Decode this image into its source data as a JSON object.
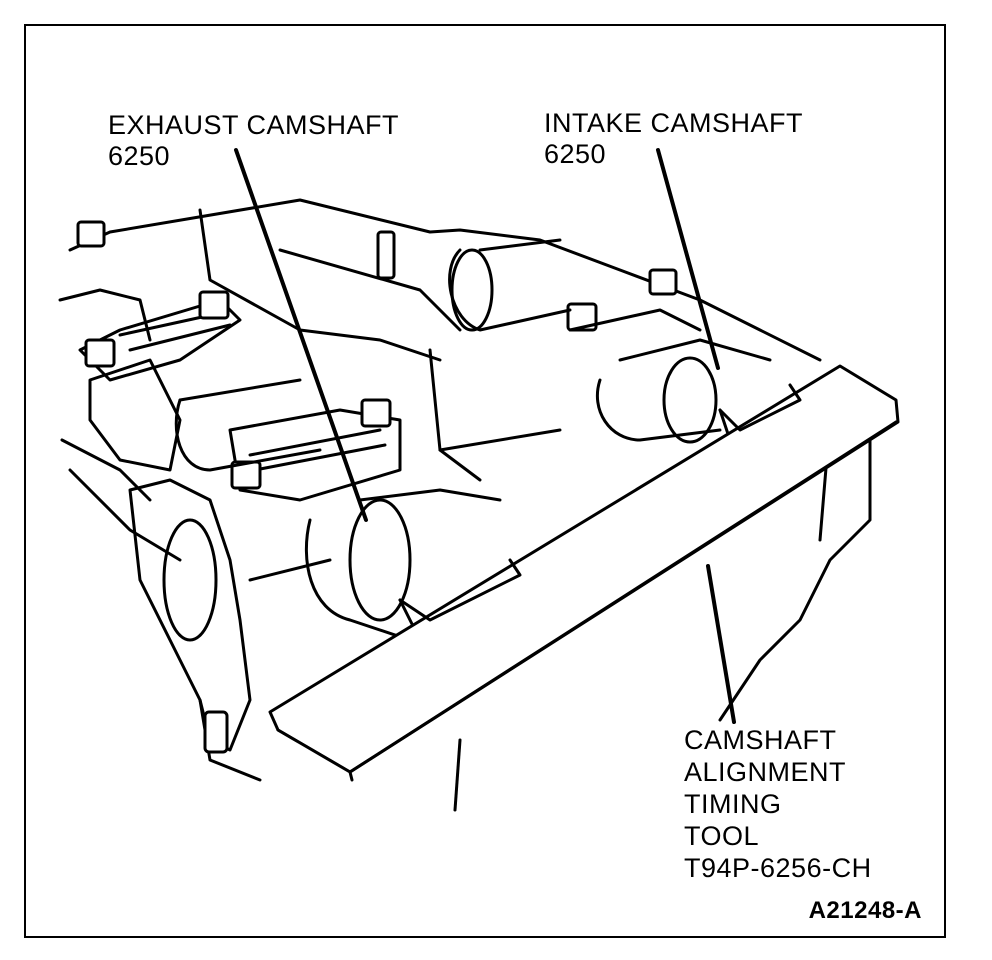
{
  "labels": {
    "exhaust_camshaft": {
      "line1": "EXHAUST CAMSHAFT",
      "line2": "6250"
    },
    "intake_camshaft": {
      "line1": "INTAKE CAMSHAFT",
      "line2": "6250"
    },
    "alignment_tool": {
      "line1": "CAMSHAFT",
      "line2": "ALIGNMENT",
      "line3": "TIMING",
      "line4": "TOOL",
      "line5": "T94P-6256-CH"
    }
  },
  "figure_id": "A21248-A",
  "colors": {
    "ink": "#000000",
    "paper": "#ffffff"
  }
}
